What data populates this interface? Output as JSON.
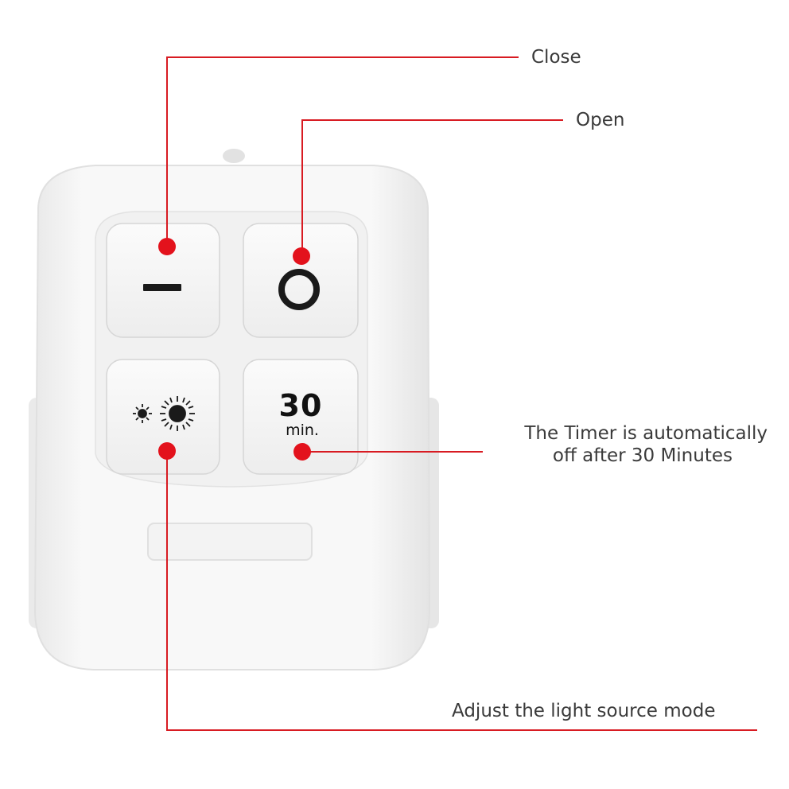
{
  "callouts": {
    "close": "Close",
    "open": "Open",
    "timer_line1": "The Timer is automatically",
    "timer_line2": "off after 30 Minutes",
    "adjust": "Adjust the light source mode"
  },
  "remote": {
    "timer_button_value": "30",
    "timer_button_unit": "min."
  },
  "icons": {
    "close_button": "minus-icon",
    "open_button": "circle-icon",
    "mode_button": "brightness-icon"
  },
  "colors": {
    "leader_line": "#d81b22",
    "marker_dot": "#e3121c",
    "label_text": "#3a3a3a",
    "remote_body": "#f7f7f7"
  }
}
